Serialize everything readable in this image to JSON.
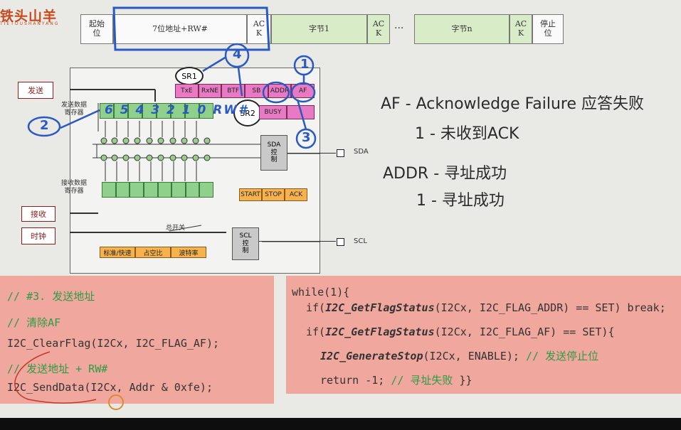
{
  "logo": {
    "title": "铁头山羊",
    "subtitle": "TIETOUSHANYANG"
  },
  "frame": {
    "start": "起始\n位",
    "address": "7位地址+RW#",
    "ack1": "AC\nK",
    "byte1": "字节1",
    "ack2": "AC\nK",
    "ellipsis": "···",
    "byten": "字节n",
    "ack3": "AC\nK",
    "stop": "停止\n位"
  },
  "diagram": {
    "send_button": "发送",
    "recv_button": "接收",
    "clock_button": "时钟",
    "tx_reg_label": "发送数据\n寄存器",
    "rx_reg_label": "接收数据\n寄存器",
    "sr1": "SR1",
    "sr2": "SR2",
    "sr1_bits": [
      "TxE",
      "RxNE",
      "BTF",
      "SB",
      "ADDR",
      "AF"
    ],
    "sr2_bits": [
      "BUSY"
    ],
    "sda_ctrl": "SDA\n控\n制",
    "scl_ctrl": "SCL\n控\n制",
    "sda_pin": "SDA",
    "scl_pin": "SCL",
    "ctrl_bits": [
      "START",
      "STOP",
      "ACK"
    ],
    "master_switch": "总开关",
    "clock_opts": [
      "标准/快速",
      "占空比",
      "波特率"
    ],
    "annotations": {
      "n1": "1",
      "n2": "2",
      "n3": "3",
      "n4": "4",
      "bits": "6 5 4 3 2 1 0 RW#"
    }
  },
  "notes": {
    "af_title": "AF - Acknowledge Failure 应答失败",
    "af_desc": "1 - 未收到ACK",
    "addr_title": "ADDR - 寻址成功",
    "addr_desc": "1 - 寻址成功"
  },
  "code_left": {
    "l1": "// #3. 发送地址",
    "l2": "// 清除AF",
    "l3": "I2C_ClearFlag(I2Cx, I2C_FLAG_AF);",
    "l4": "// 发送地址 + RW#",
    "l5": "I2C_SendData(I2Cx, Addr & 0xfe);"
  },
  "code_right": {
    "l1": "while(1){",
    "l2a": "if(",
    "l2fn": "I2C_GetFlagStatus",
    "l2b": "(I2Cx, I2C_FLAG_ADDR) == SET) break;",
    "l3a": "if(",
    "l3fn": "I2C_GetFlagStatus",
    "l3b": "(I2Cx, I2C_FLAG_AF) == SET){",
    "l4fn": "I2C_GenerateStop",
    "l4b": "(I2Cx, ENABLE); ",
    "l4c": "// 发送停止位",
    "l5a": "return -1; ",
    "l5c": "// 寻址失败",
    "l5d": " }}"
  },
  "colors": {
    "code_bg": "#f0a79d",
    "comment": "#2c9c4a",
    "sr_bits": "#e87ac3",
    "ink": "#2b59c3"
  }
}
